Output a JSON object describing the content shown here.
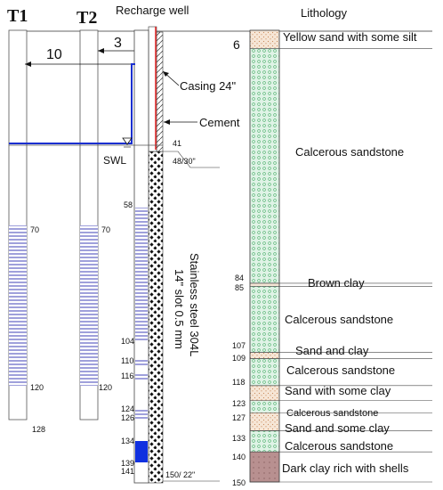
{
  "headers": {
    "t1": "T1",
    "t2": "T2",
    "recharge_well": "Recharge well",
    "lithology": "Lithology"
  },
  "distances": {
    "t1_to_well": "10",
    "t2_to_well": "3"
  },
  "well_labels": {
    "casing": "Casing 24\"",
    "cement": "Cement",
    "swl": "SWL",
    "screen_line1": "Stainless steel 304L",
    "screen_line2": "14\" slot 0.5 mm",
    "casing_depth": "48/30\"",
    "bottom_depth": "150/ 22\""
  },
  "piezometers": {
    "t1": {
      "screen_top": "70",
      "screen_bottom": "120",
      "total_depth": "128"
    },
    "t2": {
      "screen_top": "70",
      "screen_bottom": "120"
    }
  },
  "well_depths": [
    "41",
    "58",
    "104",
    "110",
    "116",
    "124",
    "126",
    "134",
    "139",
    "141"
  ],
  "litho_depths": [
    "6",
    "84",
    "85",
    "107",
    "109",
    "118",
    "123",
    "127",
    "133",
    "140",
    "150"
  ],
  "layers": [
    {
      "name": "Yellow sand with some silt",
      "from": 0,
      "to": 6,
      "pattern": "sand"
    },
    {
      "name": "Calcerous sandstone",
      "from": 6,
      "to": 84,
      "pattern": "calc"
    },
    {
      "name": "Brown clay",
      "from": 84,
      "to": 85,
      "pattern": "clay"
    },
    {
      "name": "Calcerous sandstone",
      "from": 85,
      "to": 107,
      "pattern": "calc"
    },
    {
      "name": "Sand and clay",
      "from": 107,
      "to": 109,
      "pattern": "sand"
    },
    {
      "name": "Calcerous sandstone",
      "from": 109,
      "to": 118,
      "pattern": "calc"
    },
    {
      "name": "Sand with some clay",
      "from": 118,
      "to": 123,
      "pattern": "sand"
    },
    {
      "name": "Calcerous sandstone",
      "from": 123,
      "to": 127,
      "pattern": "calc"
    },
    {
      "name": "Sand and some clay",
      "from": 127,
      "to": 133,
      "pattern": "sand"
    },
    {
      "name": "Calcerous sandstone",
      "from": 133,
      "to": 140,
      "pattern": "calc"
    },
    {
      "name": "Dark clay rich with shells",
      "from": 140,
      "to": 150,
      "pattern": "shell"
    }
  ],
  "colors": {
    "water": "#1a2fd0",
    "screen_hatch": "#6b6ec8",
    "casing_red": "#e02020",
    "calc_green": "#dff3e6",
    "calc_dot": "#4caf6a",
    "sand": "#f6e6d6",
    "shell": "#b89090",
    "pump_blue": "#1030e0"
  }
}
